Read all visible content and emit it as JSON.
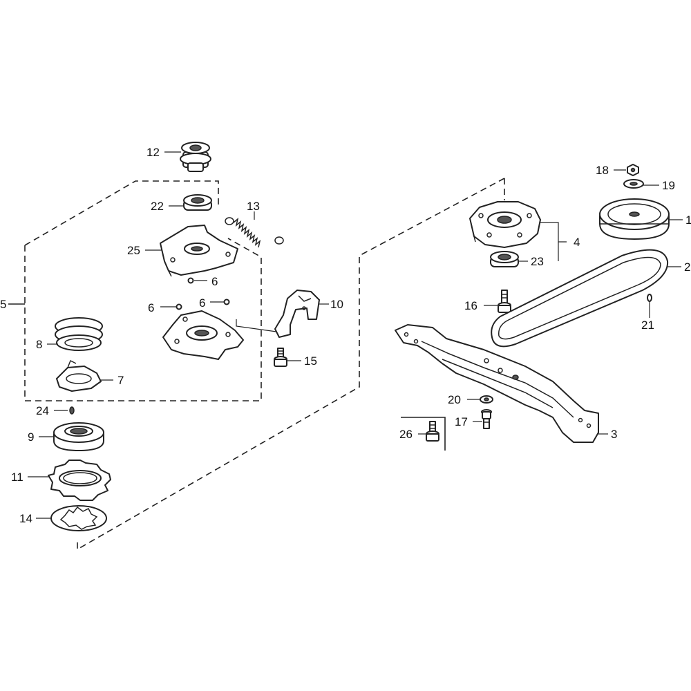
{
  "callouts": {
    "c1": "1",
    "c2": "2",
    "c3": "3",
    "c4": "4",
    "c5": "5",
    "c6a": "6",
    "c6b": "6",
    "c6c": "6",
    "c7": "7",
    "c8": "8",
    "c9": "9",
    "c10": "10",
    "c11": "11",
    "c12": "12",
    "c13": "13",
    "c14": "14",
    "c15": "15",
    "c16": "16",
    "c17": "17",
    "c18": "18",
    "c19": "19",
    "c20": "20",
    "c21": "21",
    "c22": "22",
    "c23": "23",
    "c24": "24",
    "c25": "25",
    "c26": "26"
  }
}
